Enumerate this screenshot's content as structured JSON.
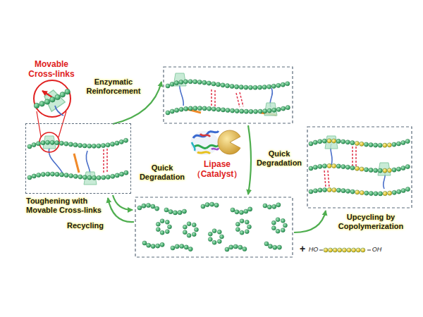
{
  "diagram": {
    "nodes": [
      {
        "text": [
          "Toughening with Movable Cross-links"
        ]
      }
    ],
    "labels": [
      "Movable Cross-links",
      "Enzymatic Reinforcement",
      "Lipase （Catalyst）",
      "Quick Degradation",
      "Quick Degradation",
      "Recycling",
      "Upcycling by Copolymerization",
      "+",
      "HO",
      "OH"
    ]
  }
}
